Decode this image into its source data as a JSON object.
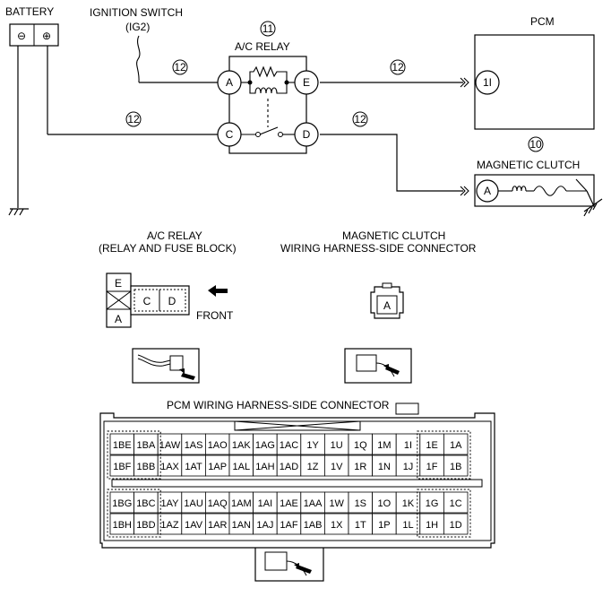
{
  "labels": {
    "battery": "BATTERY",
    "ignition_switch": "IGNITION SWITCH",
    "ignition_switch_sub": "(IG2)",
    "relay_title": "A/C RELAY",
    "pcm": "PCM",
    "magnetic_clutch": "MAGNETIC CLUTCH",
    "relay_conn_title": "A/C RELAY",
    "relay_conn_sub": "(RELAY AND FUSE BLOCK)",
    "clutch_conn_title": "MAGNETIC CLUTCH",
    "clutch_conn_sub": "WIRING HARNESS-SIDE CONNECTOR",
    "front": "FRONT",
    "pcm_conn_title": "PCM WIRING HARNESS-SIDE CONNECTOR"
  },
  "battery_terminals": {
    "minus": "⊖",
    "plus": "⊕"
  },
  "callouts": {
    "relay_num": "11",
    "wire_num": "12",
    "clutch_num": "10"
  },
  "relay_pins": {
    "a": "A",
    "e": "E",
    "c": "C",
    "d": "D"
  },
  "pcm_pin": "1I",
  "clutch_pin": "A",
  "relay_connector": {
    "e": "E",
    "a": "A",
    "c": "C",
    "d": "D"
  },
  "clutch_connector": {
    "a": "A"
  },
  "pcm_connector": {
    "rows": [
      [
        "1BE",
        "1BA",
        "1AW",
        "1AS",
        "1AO",
        "1AK",
        "1AG",
        "1AC",
        "1Y",
        "1U",
        "1Q",
        "1M",
        "1I",
        "1E",
        "1A"
      ],
      [
        "1BF",
        "1BB",
        "1AX",
        "1AT",
        "1AP",
        "1AL",
        "1AH",
        "1AD",
        "1Z",
        "1V",
        "1R",
        "1N",
        "1J",
        "1F",
        "1B"
      ],
      [
        "1BG",
        "1BC",
        "1AY",
        "1AU",
        "1AQ",
        "1AM",
        "1AI",
        "1AE",
        "1AA",
        "1W",
        "1S",
        "1O",
        "1K",
        "1G",
        "1C"
      ],
      [
        "1BH",
        "1BD",
        "1AZ",
        "1AV",
        "1AR",
        "1AN",
        "1AJ",
        "1AF",
        "1AB",
        "1X",
        "1T",
        "1P",
        "1L",
        "1H",
        "1D"
      ]
    ]
  }
}
